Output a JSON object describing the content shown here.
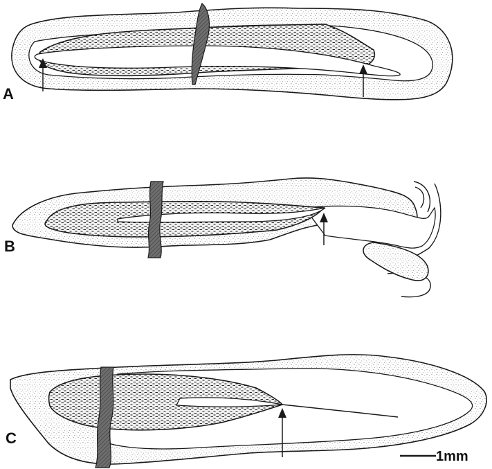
{
  "panels": [
    {
      "label": "A"
    },
    {
      "label": "B"
    },
    {
      "label": "C"
    }
  ],
  "scale_bar": {
    "label": "1mm"
  },
  "colors": {
    "ink": "#1a1a1a",
    "background": "#ffffff",
    "stipple": "#9a9a9a",
    "suture": "#7a7a7a"
  }
}
